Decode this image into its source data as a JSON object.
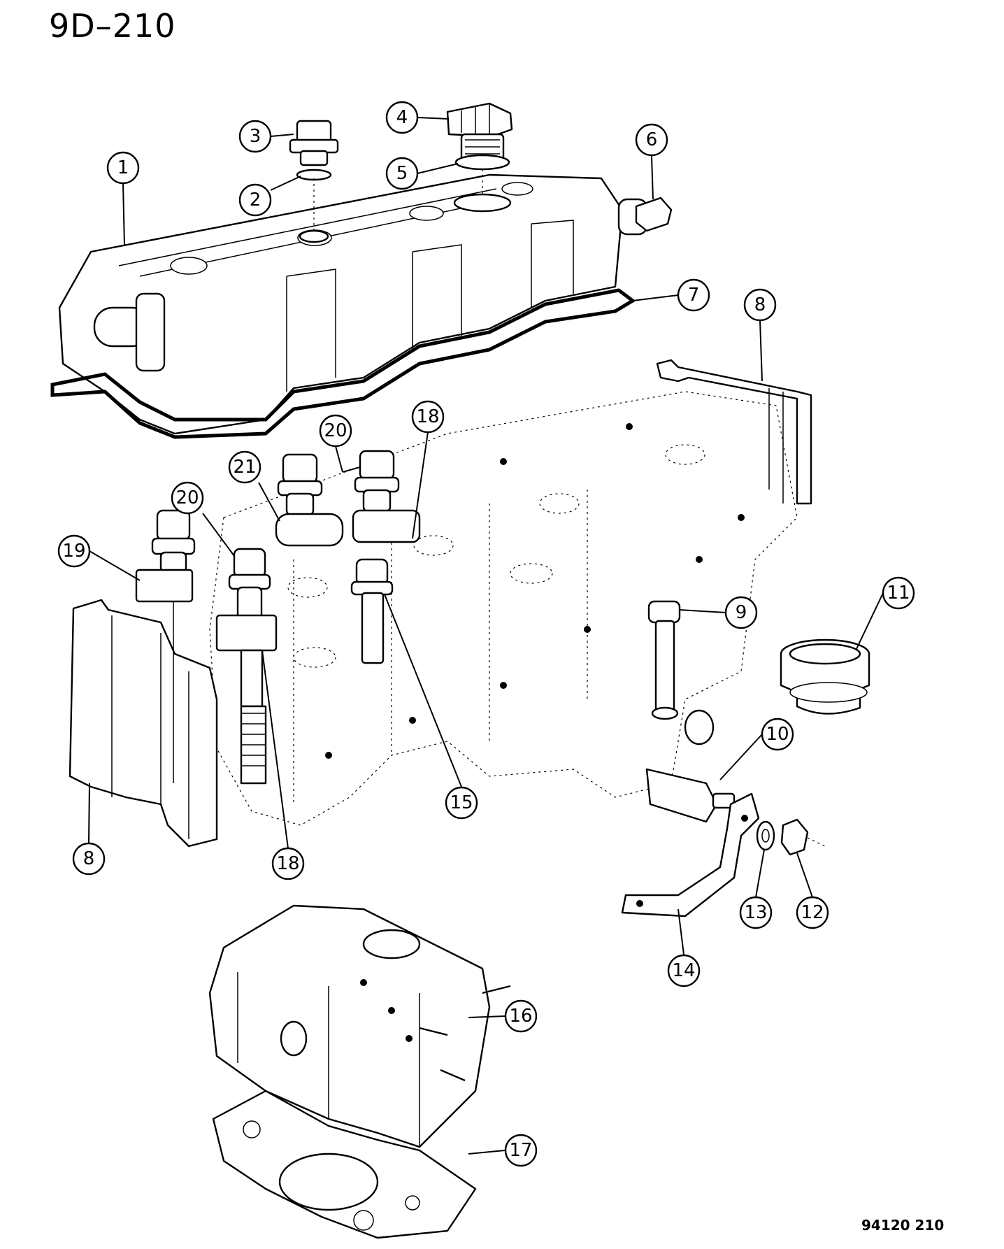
{
  "header": {
    "title": "9D–210"
  },
  "footer": {
    "figure_code": "94120 210"
  },
  "callouts": [
    {
      "id": "c1",
      "label": "1"
    },
    {
      "id": "c2",
      "label": "2"
    },
    {
      "id": "c3",
      "label": "3"
    },
    {
      "id": "c4",
      "label": "4"
    },
    {
      "id": "c5",
      "label": "5"
    },
    {
      "id": "c6",
      "label": "6"
    },
    {
      "id": "c7",
      "label": "7"
    },
    {
      "id": "c8a",
      "label": "8"
    },
    {
      "id": "c8b",
      "label": "8"
    },
    {
      "id": "c9",
      "label": "9"
    },
    {
      "id": "c10",
      "label": "10"
    },
    {
      "id": "c11",
      "label": "11"
    },
    {
      "id": "c12",
      "label": "12"
    },
    {
      "id": "c13",
      "label": "13"
    },
    {
      "id": "c14",
      "label": "14"
    },
    {
      "id": "c15",
      "label": "15"
    },
    {
      "id": "c16",
      "label": "16"
    },
    {
      "id": "c17",
      "label": "17"
    },
    {
      "id": "c18a",
      "label": "18"
    },
    {
      "id": "c18b",
      "label": "18"
    },
    {
      "id": "c19",
      "label": "19"
    },
    {
      "id": "c20a",
      "label": "20"
    },
    {
      "id": "c20b",
      "label": "20"
    },
    {
      "id": "c21",
      "label": "21"
    }
  ]
}
